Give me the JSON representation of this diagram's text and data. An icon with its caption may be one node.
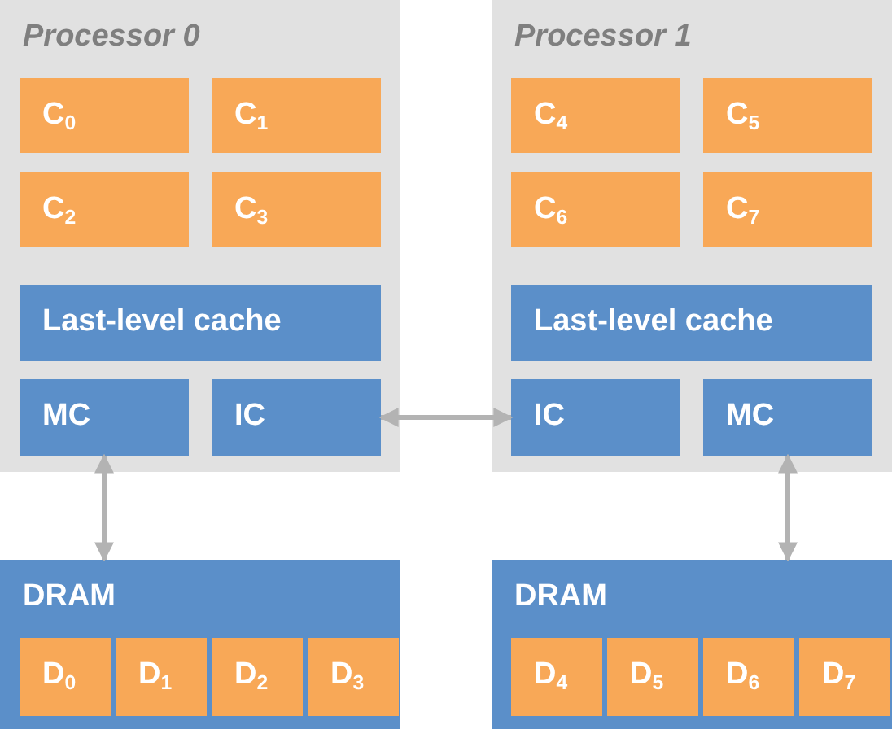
{
  "diagram": {
    "nodes": [
      {
        "text": [
          "Processor 0"
        ]
      },
      {
        "text": [
          "C$_{0}$"
        ],
        "in": 0
      },
      {
        "text": [
          "C$_{1}$"
        ],
        "in": 0
      },
      {
        "text": [
          "C$_{2}$"
        ],
        "in": 0
      },
      {
        "text": [
          "C$_{3}$"
        ],
        "in": 0
      },
      {
        "text": [
          "Last-level cache"
        ],
        "in": 0
      },
      {
        "text": [
          "MC"
        ],
        "in": 0
      },
      {
        "text": [
          "IC"
        ],
        "in": 0
      },
      {
        "text": [
          "Processor 1"
        ]
      },
      {
        "text": [
          "C$_{4}$"
        ],
        "in": 8
      },
      {
        "text": [
          "C$_{5}$"
        ],
        "in": 8
      },
      {
        "text": [
          "C$_{6}$"
        ],
        "in": 8
      },
      {
        "text": [
          "C$_{7}$"
        ],
        "in": 8
      },
      {
        "text": [
          "Last-level cache"
        ],
        "in": 8
      },
      {
        "text": [
          "IC"
        ],
        "in": 8
      },
      {
        "text": [
          "MC"
        ],
        "in": 8
      },
      {
        "text": [
          "DRAM"
        ]
      },
      {
        "text": [
          "D$_{0}$"
        ],
        "in": 16
      },
      {
        "text": [
          "D$_{1}$"
        ],
        "in": 16
      },
      {
        "text": [
          "D$_{2}$"
        ],
        "in": 16
      },
      {
        "text": [
          "D$_{3}$"
        ],
        "in": 16
      },
      {
        "text": [
          "DRAM"
        ]
      },
      {
        "text": [
          "D$_{4}$"
        ],
        "in": 21
      },
      {
        "text": [
          "D$_{5}$"
        ],
        "in": 21
      },
      {
        "text": [
          "D$_{6}$"
        ],
        "in": 21
      },
      {
        "text": [
          "D$_{7}$"
        ],
        "in": 21
      }
    ],
    "edges": [
      {
        "from": 6,
        "to": 16,
        "arrow": "both"
      },
      {
        "from": 7,
        "to": 14,
        "arrow": "both"
      },
      {
        "from": 15,
        "to": 21,
        "arrow": "both"
      }
    ]
  }
}
